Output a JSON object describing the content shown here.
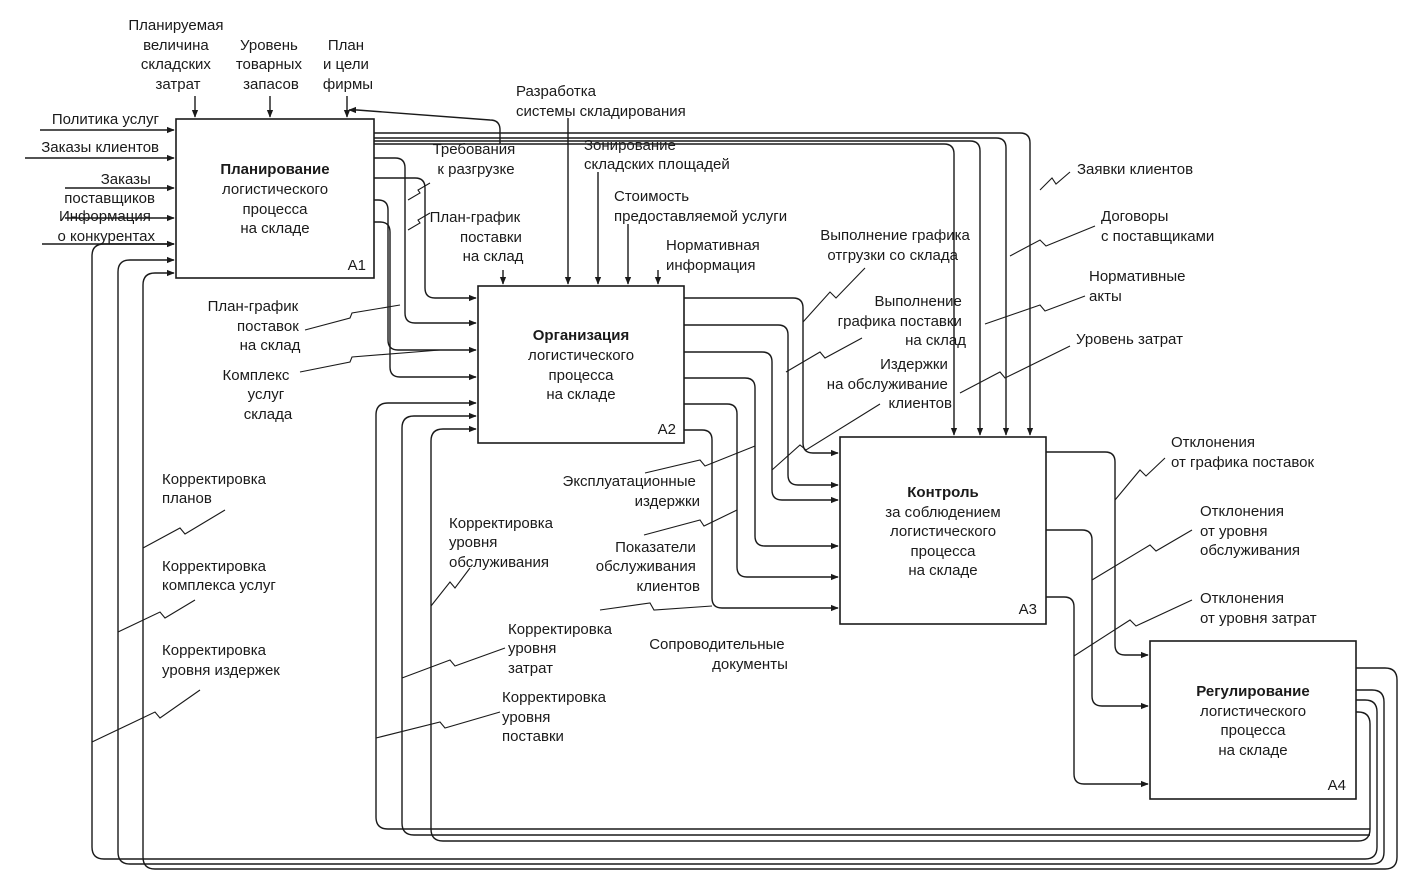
{
  "boxes": [
    {
      "title": "Планирование",
      "lines": [
        "логистического",
        "процесса",
        "на складе"
      ],
      "id": "А1"
    },
    {
      "title": "Организация",
      "lines": [
        "логистического",
        "процесса",
        "на складе"
      ],
      "id": "А2"
    },
    {
      "title": "Контроль",
      "lines": [
        "за соблюдением",
        "логистического",
        "процесса",
        "на складе"
      ],
      "id": "А3"
    },
    {
      "title": "Регулирование",
      "lines": [
        "логистического",
        "процесса",
        "на складе"
      ],
      "id": "А4"
    }
  ],
  "labels": {
    "planned_costs": [
      "Планируемая",
      "величина",
      "складских",
      "затрат"
    ],
    "stock_level": [
      "Уровень",
      "товарных",
      "запасов"
    ],
    "firm_plan": [
      "План",
      "и цели",
      "фирмы"
    ],
    "service_policy": [
      "Политика услуг"
    ],
    "client_orders": [
      "Заказы клиентов"
    ],
    "supplier_orders": [
      "Заказы",
      "поставщиков"
    ],
    "competitor_info": [
      "Информация",
      "о конкурентах"
    ],
    "unloading_req": [
      "Требования",
      "к разгрузке"
    ],
    "delivery_schedule_a1": [
      "План-график",
      "поставки",
      "на склад"
    ],
    "storage_dev": [
      "Разработка",
      "системы складирования"
    ],
    "zoning": [
      "Зонирование",
      "складских площадей"
    ],
    "service_cost": [
      "Стоимость",
      "предоставляемой услуги"
    ],
    "norm_info": [
      "Нормативная",
      "информация"
    ],
    "client_requests": [
      "Заявки клиентов"
    ],
    "supplier_contracts": [
      "Договоры",
      "с поставщиками"
    ],
    "norm_acts": [
      "Нормативные",
      "акты"
    ],
    "cost_level": [
      "Уровень затрат"
    ],
    "shipment_exec": [
      "Выполнение графика",
      "отгрузки со склада"
    ],
    "delivery_exec": [
      "Выполнение",
      "графика поставки",
      "на склад"
    ],
    "service_costs": [
      "Издержки",
      "на обслуживание",
      "клиентов"
    ],
    "delivery_plan_left": [
      "План-график",
      "поставок",
      "на склад"
    ],
    "service_complex": [
      "Комплекс",
      "услуг",
      "склада"
    ],
    "operating_costs": [
      "Эксплуатационные",
      "издержки"
    ],
    "service_indicators": [
      "Показатели",
      "обслуживания",
      "клиентов"
    ],
    "accompanying_docs": [
      "Сопроводительные",
      "документы"
    ],
    "dev_schedule": [
      "Отклонения",
      "от графика поставок"
    ],
    "dev_service": [
      "Отклонения",
      "от уровня",
      "обслуживания"
    ],
    "dev_costs": [
      "Отклонения",
      "от уровня затрат"
    ],
    "corr_plans": [
      "Корректировка",
      "планов"
    ],
    "corr_complex": [
      "Корректировка",
      "комплекса услуг"
    ],
    "corr_costs_level": [
      "Корректировка",
      "уровня издержек"
    ],
    "corr_service_level": [
      "Корректировка",
      "уровня",
      "обслуживания"
    ],
    "corr_cost_level": [
      "Корректировка",
      "уровня",
      "затрат"
    ],
    "corr_delivery_level": [
      "Корректировка",
      "уровня",
      "поставки"
    ]
  }
}
